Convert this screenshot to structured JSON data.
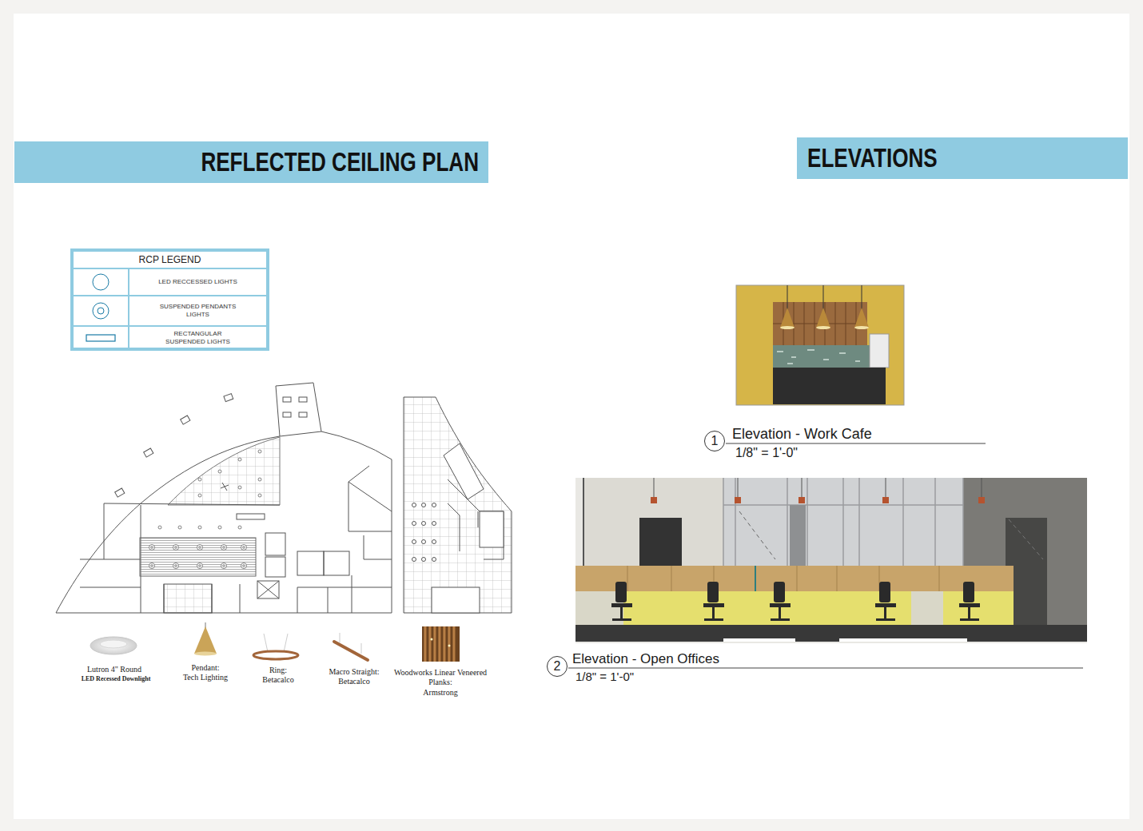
{
  "diagram": {
    "nodes": [
      {
        "text": [
          "REFLECTED CEILING PLAN"
        ]
      },
      {
        "text": [
          "ELEVATIONS"
        ]
      },
      {
        "text": [
          "RCP LEGEND"
        ]
      },
      {
        "text": [
          "1"
        ]
      },
      {
        "text": [
          "2"
        ]
      }
    ],
    "labels": [
      "Lutron 4\" Round",
      "LED Recessed Downlight",
      "Pendant:",
      "Tech Lighting",
      "Ring:",
      "Betacalco",
      "Macro Straight:",
      "Betacalco",
      "Woodworks Linear Veneered Planks:",
      "Armstrong",
      "Elevation - Work Cafe",
      "1/8\" = 1'-0\"",
      "Elevation - Open Offices",
      "1/8\" = 1'-0\""
    ],
    "legend": [
      {
        "text": "LED RECCESSED LIGHTS"
      },
      {
        "text": "SUSPENDED PENDANTS LIGHTS"
      },
      {
        "text": "RECTANGULAR SUSPENDED LIGHTS"
      }
    ]
  }
}
